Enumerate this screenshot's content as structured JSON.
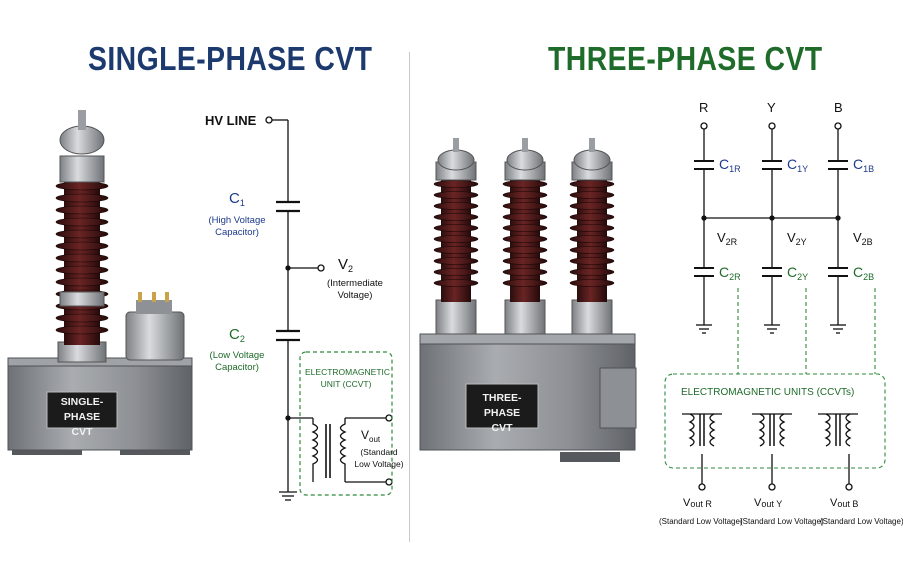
{
  "titles": {
    "left": "SINGLE-PHASE CVT",
    "right": "THREE-PHASE CVT"
  },
  "single_phase": {
    "hv_line": "HV LINE",
    "c1": {
      "main": "C",
      "sub": "1",
      "desc": "(High Voltage\nCapacitor)"
    },
    "v2": {
      "main": "V",
      "sub": "2",
      "desc": "(Intermediate\nVoltage)"
    },
    "c2": {
      "main": "C",
      "sub": "2",
      "desc": "(Low Voltage\nCapacitor)"
    },
    "em_unit": "ELECTROMAGNETIC\nUNIT (CCVT)",
    "vout": {
      "main": "V",
      "sub": "out",
      "desc": "(Standard\nLow Voltage)"
    },
    "plate": "SINGLE-PHASE\nCVT"
  },
  "three_phase": {
    "phases": [
      "R",
      "Y",
      "B"
    ],
    "c1": [
      {
        "main": "C",
        "sub": "1R"
      },
      {
        "main": "C",
        "sub": "1Y"
      },
      {
        "main": "C",
        "sub": "1B"
      }
    ],
    "v2": [
      {
        "main": "V",
        "sub": "2R"
      },
      {
        "main": "V",
        "sub": "2Y"
      },
      {
        "main": "V",
        "sub": "2B"
      }
    ],
    "c2": [
      {
        "main": "C",
        "sub": "2R"
      },
      {
        "main": "C",
        "sub": "2Y"
      },
      {
        "main": "C",
        "sub": "2B"
      }
    ],
    "em_units": "ELECTROMAGNETIC UNITS (CCVTs)",
    "vout": [
      {
        "main": "V",
        "sub": "out R",
        "desc": "(Standard Low Voltage)"
      },
      {
        "main": "V",
        "sub": "out Y",
        "desc": "(Standard Low Voltage)"
      },
      {
        "main": "V",
        "sub": "out B",
        "desc": "(Standard Low Voltage)"
      }
    ],
    "plate": "THREE-PHASE\nCVT"
  },
  "colors": {
    "title_left": "#1d3a6e",
    "title_right": "#1f6b2a",
    "insulator": "#4a1a1a",
    "tank": "#8f9296",
    "dashed_box": "#2e8b3a"
  }
}
